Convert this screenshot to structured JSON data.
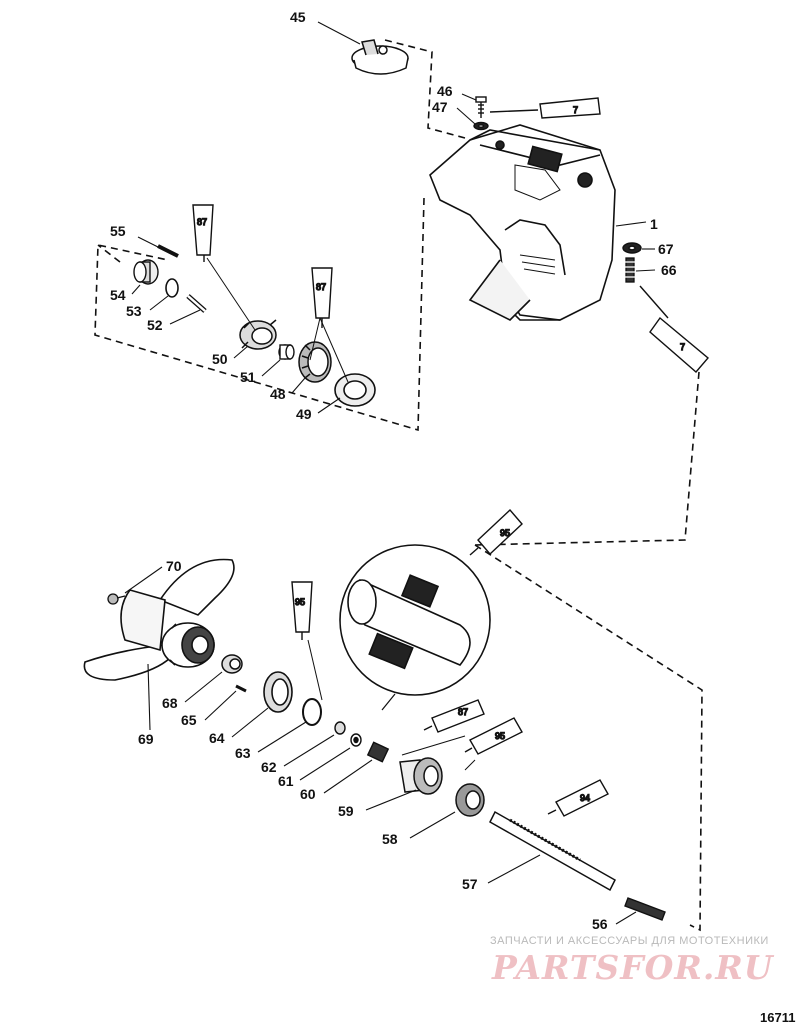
{
  "callouts": {
    "c45": "45",
    "c46": "46",
    "c47": "47",
    "c1": "1",
    "c67": "67",
    "c66": "66",
    "c55": "55",
    "c54": "54",
    "c53": "53",
    "c52": "52",
    "c50": "50",
    "c51": "51",
    "c48": "48",
    "c49": "49",
    "c70": "70",
    "c68": "68",
    "c65": "65",
    "c64": "64",
    "c69": "69",
    "c63": "63",
    "c62": "62",
    "c61": "61",
    "c60": "60",
    "c59": "59",
    "c58": "58",
    "c57": "57",
    "c56": "56"
  },
  "tubes": {
    "t_top_7": "7",
    "t_side_7": "7",
    "t_87a": "87",
    "t_87b": "87",
    "t_95a": "95",
    "t_95b": "95",
    "t_87c": "87",
    "t_95c": "95",
    "t_94": "94"
  },
  "watermark": {
    "caption": "ЗАПЧАСТИ И АКСЕССУАРЫ ДЛЯ МОТОТЕХНИКИ",
    "logo": "PARTSFOR.RU"
  },
  "figure_id": "16711"
}
